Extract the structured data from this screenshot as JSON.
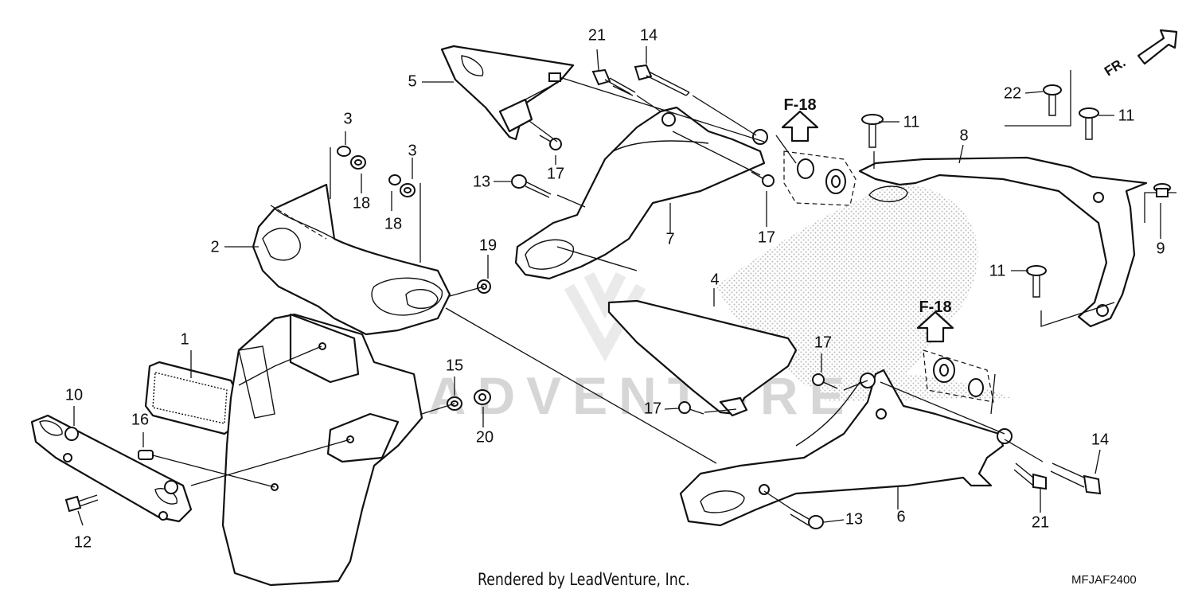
{
  "diagram": {
    "callouts": [
      {
        "id": "1",
        "label": "1"
      },
      {
        "id": "2",
        "label": "2"
      },
      {
        "id": "3a",
        "label": "3"
      },
      {
        "id": "3b",
        "label": "3"
      },
      {
        "id": "4",
        "label": "4"
      },
      {
        "id": "5",
        "label": "5"
      },
      {
        "id": "6",
        "label": "6"
      },
      {
        "id": "7",
        "label": "7"
      },
      {
        "id": "8",
        "label": "8"
      },
      {
        "id": "9",
        "label": "9"
      },
      {
        "id": "10",
        "label": "10"
      },
      {
        "id": "11a",
        "label": "11"
      },
      {
        "id": "11b",
        "label": "11"
      },
      {
        "id": "11c",
        "label": "11"
      },
      {
        "id": "12",
        "label": "12"
      },
      {
        "id": "13a",
        "label": "13"
      },
      {
        "id": "13b",
        "label": "13"
      },
      {
        "id": "14a",
        "label": "14"
      },
      {
        "id": "14b",
        "label": "14"
      },
      {
        "id": "15",
        "label": "15"
      },
      {
        "id": "16",
        "label": "16"
      },
      {
        "id": "17a",
        "label": "17"
      },
      {
        "id": "17b",
        "label": "17"
      },
      {
        "id": "17c",
        "label": "17"
      },
      {
        "id": "17d",
        "label": "17"
      },
      {
        "id": "18a",
        "label": "18"
      },
      {
        "id": "18b",
        "label": "18"
      },
      {
        "id": "19",
        "label": "19"
      },
      {
        "id": "20",
        "label": "20"
      },
      {
        "id": "21a",
        "label": "21"
      },
      {
        "id": "21b",
        "label": "21"
      },
      {
        "id": "22",
        "label": "22"
      }
    ],
    "section_refs": [
      "F-18",
      "F-18"
    ],
    "direction_label": "FR.",
    "watermark": "LEADVENTURE"
  },
  "footer": {
    "credit": "Rendered by LeadVenture, Inc.",
    "diagram_code": "MFJAF2400"
  }
}
